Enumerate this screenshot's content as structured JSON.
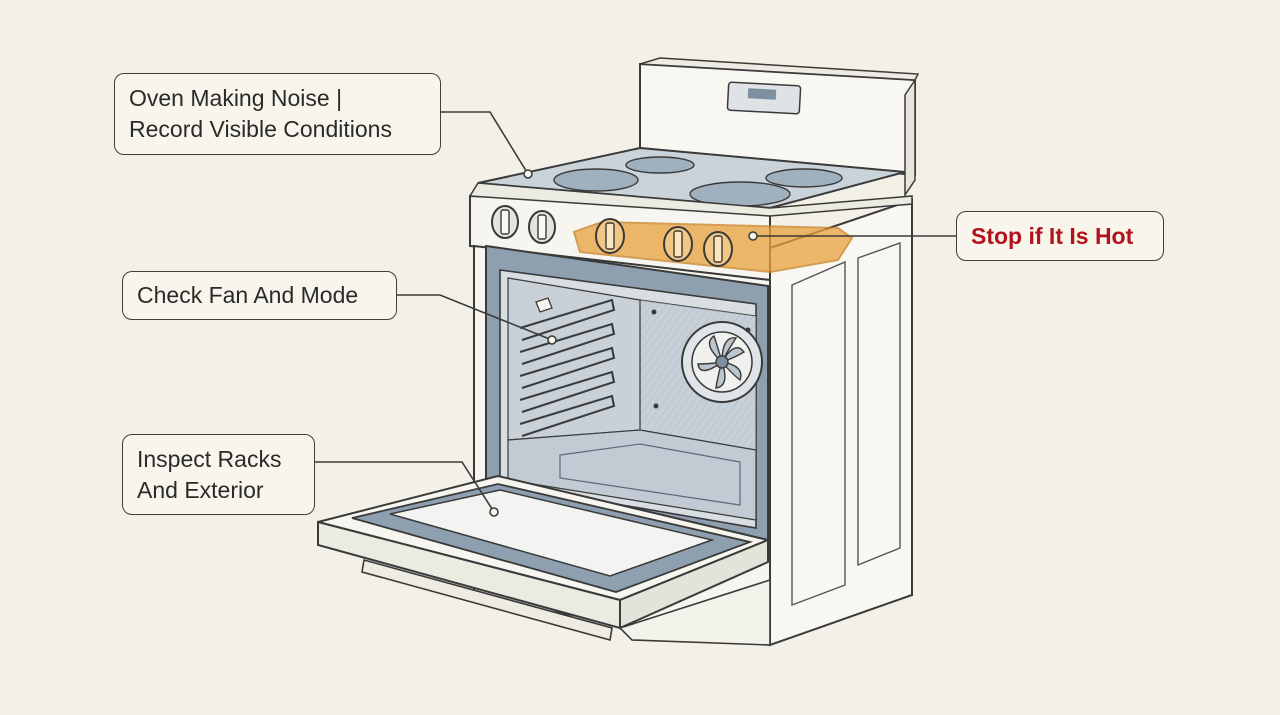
{
  "title": "",
  "callouts": {
    "noise": {
      "line1": "Oven Making Noise |",
      "line2": "Record Visible Conditions"
    },
    "fan": {
      "text": "Check Fan And Mode"
    },
    "racks": {
      "line1": "Inspect Racks",
      "line2": "And Exterior"
    },
    "hot": {
      "text": "Stop if It Is Hot"
    }
  },
  "colors": {
    "background": "#f3f1e7",
    "outline": "#3f3f3f",
    "enamel": "#8ea0b0",
    "highlight": "#e9a23b",
    "warning_text": "#b3121c"
  },
  "icons": [
    "range-oven-illustration",
    "convection-fan-icon",
    "control-knob-icon"
  ]
}
